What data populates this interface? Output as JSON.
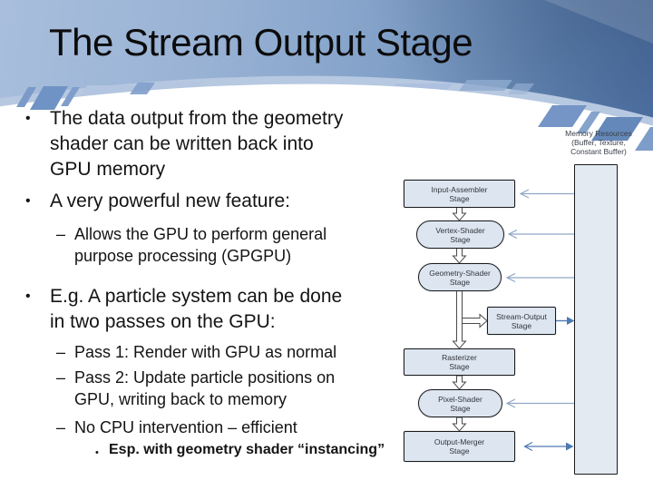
{
  "slide": {
    "title": "The Stream Output Stage",
    "markers": {
      "l1": "•",
      "l2": "–",
      "l3": "•"
    },
    "bullets": [
      {
        "level": 1,
        "text": "The data output from the geometry\nshader can be written back into\nGPU memory"
      },
      {
        "level": 1,
        "text": "A very powerful new feature:"
      },
      {
        "level": 2,
        "text": "Allows the GPU to perform general\npurpose processing (GPGPU)"
      },
      {
        "level": 1,
        "text": "E.g. A particle system can be done\nin two passes on the GPU:"
      },
      {
        "level": 2,
        "text": "Pass 1: Render with GPU as normal"
      },
      {
        "level": 2,
        "text": "Pass 2: Update particle positions on\nGPU, writing back to memory"
      },
      {
        "level": 2,
        "text": "No CPU intervention – efficient"
      },
      {
        "level": 3,
        "text": "Esp. with geometry shader “instancing”"
      }
    ]
  },
  "diagram": {
    "memory_label": "Memory Resources\n(Buffer, Texture,\nConstant Buffer)",
    "stages": {
      "input_assembler": "Input-Assembler\nStage",
      "vertex_shader": "Vertex-Shader\nStage",
      "geometry_shader": "Geometry-Shader\nStage",
      "stream_output": "Stream-Output\nStage",
      "rasterizer": "Rasterizer\nStage",
      "pixel_shader": "Pixel-Shader\nStage",
      "output_merger": "Output-Merger\nStage"
    },
    "colors": {
      "stage_fill": "#dde6f0",
      "stage_border": "#1b1b1b",
      "memory_link_blue": "#91a7c6",
      "stream_link_blue": "#4d7ab2",
      "background_top": "#9ab3d5",
      "background_right": "#476a9d",
      "dome_white": "#ffffff"
    }
  }
}
